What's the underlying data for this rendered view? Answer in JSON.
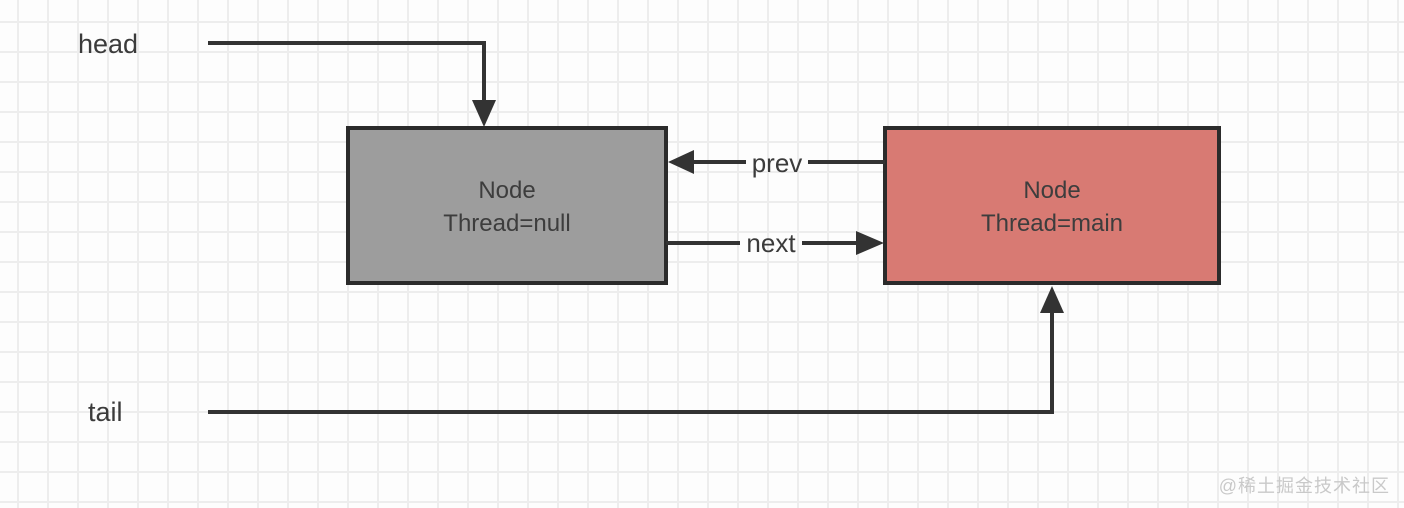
{
  "diagram": {
    "pointers": {
      "head": "head",
      "tail": "tail"
    },
    "nodes": [
      {
        "title": "Node",
        "field": "Thread=null",
        "fill": "#9d9d9d"
      },
      {
        "title": "Node",
        "field": "Thread=main",
        "fill": "#d87a73"
      }
    ],
    "edges": {
      "prev": "prev",
      "next": "next"
    },
    "colors": {
      "background": "#fdfdfd",
      "grid": "#ededed",
      "line": "#333333",
      "text": "#3b3b3b",
      "node-border": "#2b2b2b",
      "node-text": "#3d3d3d",
      "watermark": "#c9c9c9"
    }
  },
  "watermark": "@稀土掘金技术社区"
}
